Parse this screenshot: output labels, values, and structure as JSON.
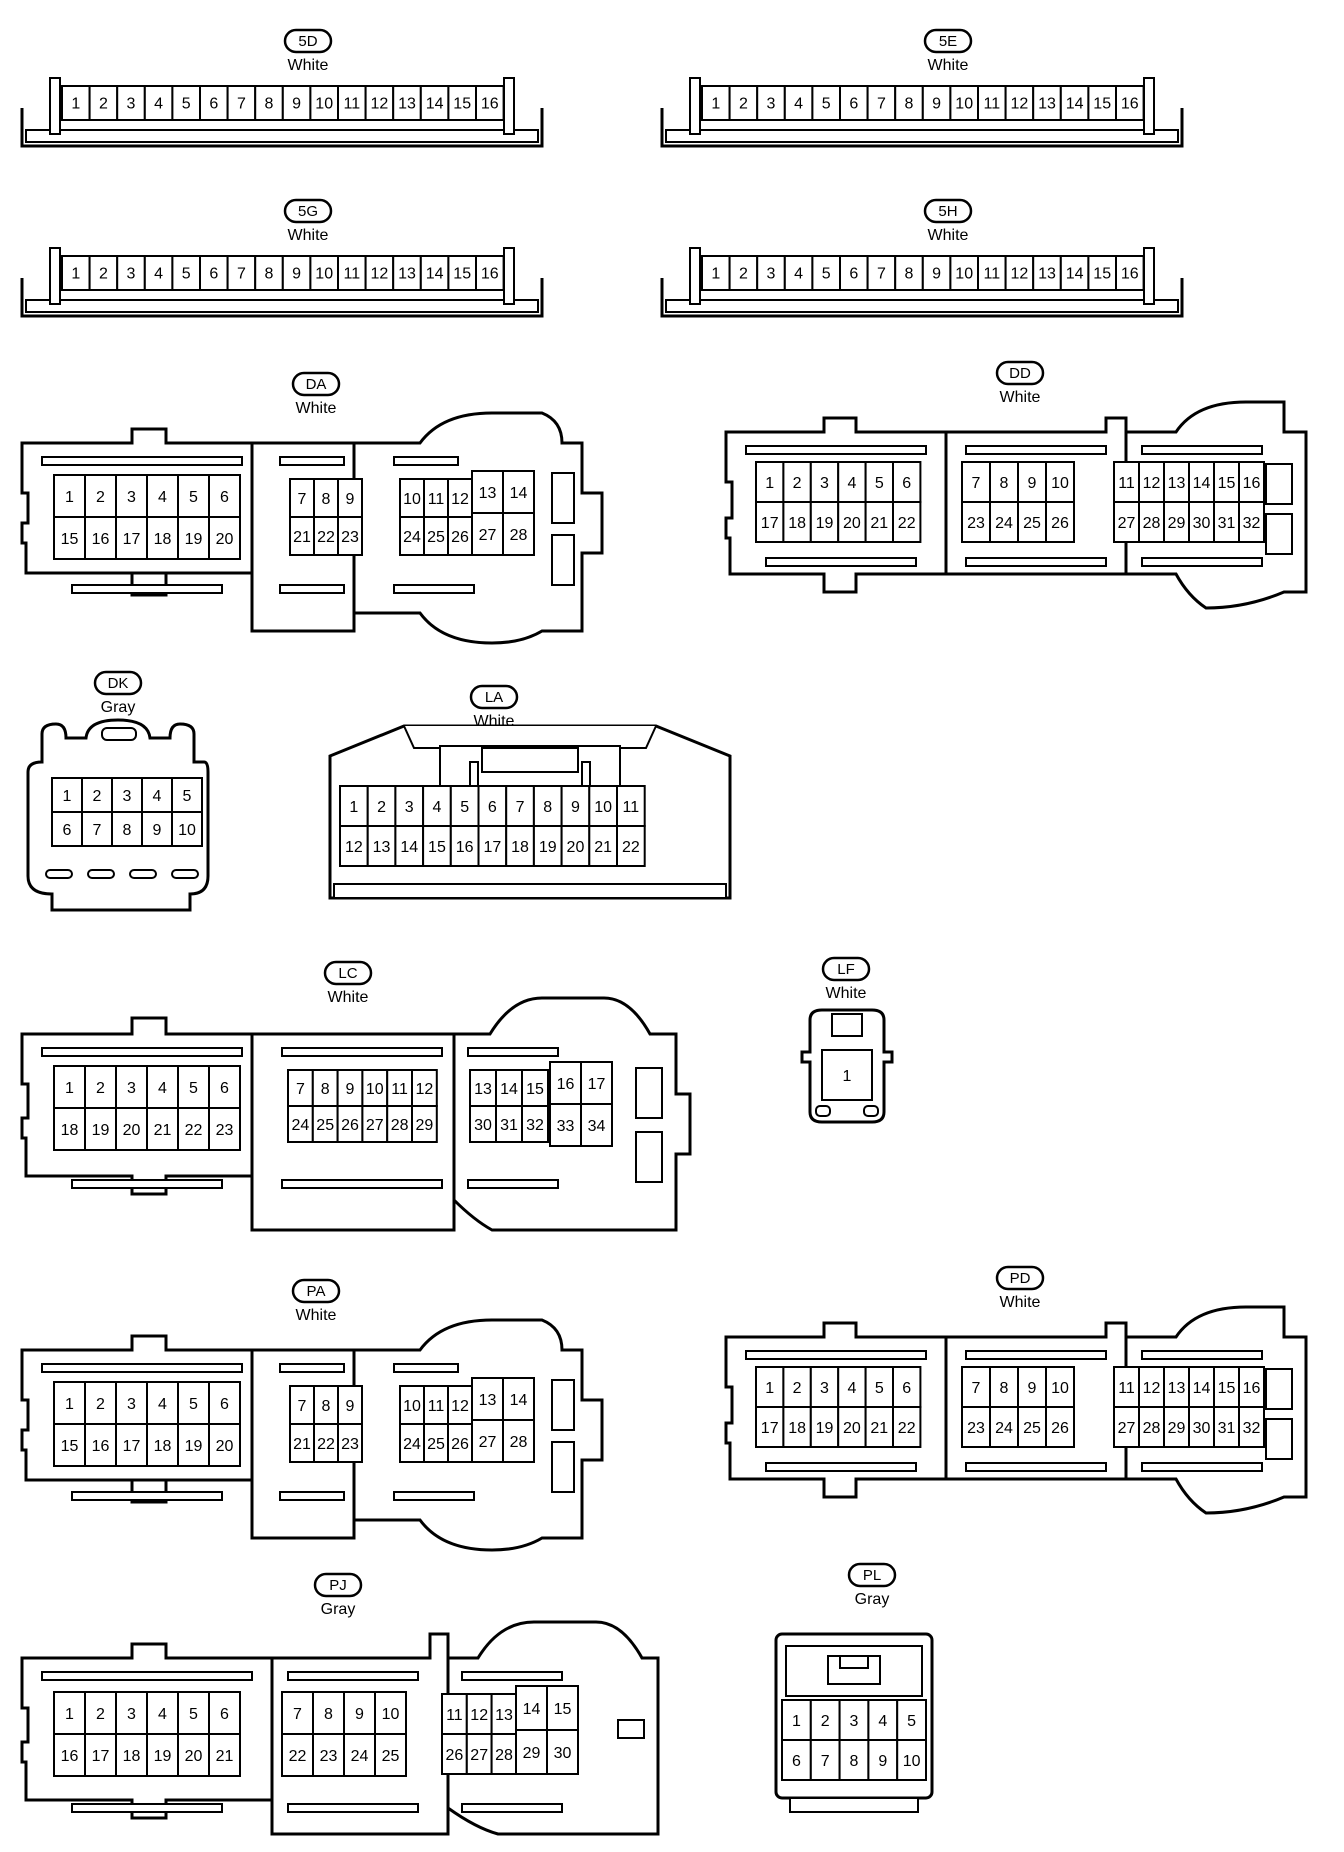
{
  "connectors": [
    {
      "code": "5D",
      "color": "White",
      "rows": [
        [
          "1",
          "2",
          "3",
          "4",
          "5",
          "6",
          "7",
          "8",
          "9",
          "10",
          "11",
          "12",
          "13",
          "14",
          "15",
          "16"
        ]
      ]
    },
    {
      "code": "5E",
      "color": "White",
      "rows": [
        [
          "1",
          "2",
          "3",
          "4",
          "5",
          "6",
          "7",
          "8",
          "9",
          "10",
          "11",
          "12",
          "13",
          "14",
          "15",
          "16"
        ]
      ]
    },
    {
      "code": "5G",
      "color": "White",
      "rows": [
        [
          "1",
          "2",
          "3",
          "4",
          "5",
          "6",
          "7",
          "8",
          "9",
          "10",
          "11",
          "12",
          "13",
          "14",
          "15",
          "16"
        ]
      ]
    },
    {
      "code": "5H",
      "color": "White",
      "rows": [
        [
          "1",
          "2",
          "3",
          "4",
          "5",
          "6",
          "7",
          "8",
          "9",
          "10",
          "11",
          "12",
          "13",
          "14",
          "15",
          "16"
        ]
      ]
    },
    {
      "code": "DA",
      "color": "White",
      "blocks": [
        {
          "rows": [
            [
              "1",
              "2",
              "3",
              "4",
              "5",
              "6"
            ],
            [
              "15",
              "16",
              "17",
              "18",
              "19",
              "20"
            ]
          ]
        },
        {
          "rows": [
            [
              "7",
              "8",
              "9"
            ],
            [
              "21",
              "22",
              "23"
            ]
          ]
        },
        {
          "rows": [
            [
              "10",
              "11",
              "12"
            ],
            [
              "24",
              "25",
              "26"
            ]
          ]
        },
        {
          "rows": [
            [
              "13",
              "14"
            ],
            [
              "27",
              "28"
            ]
          ]
        }
      ]
    },
    {
      "code": "DD",
      "color": "White",
      "blocks": [
        {
          "rows": [
            [
              "1",
              "2",
              "3",
              "4",
              "5",
              "6"
            ],
            [
              "17",
              "18",
              "19",
              "20",
              "21",
              "22"
            ]
          ]
        },
        {
          "rows": [
            [
              "7",
              "8",
              "9",
              "10"
            ],
            [
              "23",
              "24",
              "25",
              "26"
            ]
          ]
        },
        {
          "rows": [
            [
              "11",
              "12",
              "13",
              "14",
              "15",
              "16"
            ],
            [
              "27",
              "28",
              "29",
              "30",
              "31",
              "32"
            ]
          ]
        }
      ]
    },
    {
      "code": "DK",
      "color": "Gray",
      "rows": [
        [
          "1",
          "2",
          "3",
          "4",
          "5"
        ],
        [
          "6",
          "7",
          "8",
          "9",
          "10"
        ]
      ]
    },
    {
      "code": "LA",
      "color": "White",
      "rows": [
        [
          "1",
          "2",
          "3",
          "4",
          "5",
          "6",
          "7",
          "8",
          "9",
          "10",
          "11"
        ],
        [
          "12",
          "13",
          "14",
          "15",
          "16",
          "17",
          "18",
          "19",
          "20",
          "21",
          "22"
        ]
      ]
    },
    {
      "code": "LC",
      "color": "White",
      "blocks": [
        {
          "rows": [
            [
              "1",
              "2",
              "3",
              "4",
              "5",
              "6"
            ],
            [
              "18",
              "19",
              "20",
              "21",
              "22",
              "23"
            ]
          ]
        },
        {
          "rows": [
            [
              "7",
              "8",
              "9",
              "10",
              "11",
              "12"
            ],
            [
              "24",
              "25",
              "26",
              "27",
              "28",
              "29"
            ]
          ]
        },
        {
          "rows": [
            [
              "13",
              "14",
              "15"
            ],
            [
              "30",
              "31",
              "32"
            ]
          ]
        },
        {
          "rows": [
            [
              "16",
              "17"
            ],
            [
              "33",
              "34"
            ]
          ]
        }
      ]
    },
    {
      "code": "LF",
      "color": "White",
      "rows": [
        [
          "1"
        ]
      ]
    },
    {
      "code": "PA",
      "color": "White",
      "blocks": [
        {
          "rows": [
            [
              "1",
              "2",
              "3",
              "4",
              "5",
              "6"
            ],
            [
              "15",
              "16",
              "17",
              "18",
              "19",
              "20"
            ]
          ]
        },
        {
          "rows": [
            [
              "7",
              "8",
              "9"
            ],
            [
              "21",
              "22",
              "23"
            ]
          ]
        },
        {
          "rows": [
            [
              "10",
              "11",
              "12"
            ],
            [
              "24",
              "25",
              "26"
            ]
          ]
        },
        {
          "rows": [
            [
              "13",
              "14"
            ],
            [
              "27",
              "28"
            ]
          ]
        }
      ]
    },
    {
      "code": "PD",
      "color": "White",
      "blocks": [
        {
          "rows": [
            [
              "1",
              "2",
              "3",
              "4",
              "5",
              "6"
            ],
            [
              "17",
              "18",
              "19",
              "20",
              "21",
              "22"
            ]
          ]
        },
        {
          "rows": [
            [
              "7",
              "8",
              "9",
              "10"
            ],
            [
              "23",
              "24",
              "25",
              "26"
            ]
          ]
        },
        {
          "rows": [
            [
              "11",
              "12",
              "13",
              "14",
              "15",
              "16"
            ],
            [
              "27",
              "28",
              "29",
              "30",
              "31",
              "32"
            ]
          ]
        }
      ]
    },
    {
      "code": "PJ",
      "color": "Gray",
      "blocks": [
        {
          "rows": [
            [
              "1",
              "2",
              "3",
              "4",
              "5",
              "6"
            ],
            [
              "16",
              "17",
              "18",
              "19",
              "20",
              "21"
            ]
          ]
        },
        {
          "rows": [
            [
              "7",
              "8",
              "9",
              "10"
            ],
            [
              "22",
              "23",
              "24",
              "25"
            ]
          ]
        },
        {
          "rows": [
            [
              "11",
              "12",
              "13"
            ],
            [
              "26",
              "27",
              "28"
            ]
          ]
        },
        {
          "rows": [
            [
              "14",
              "15"
            ],
            [
              "29",
              "30"
            ]
          ]
        }
      ]
    },
    {
      "code": "PL",
      "color": "Gray",
      "rows": [
        [
          "1",
          "2",
          "3",
          "4",
          "5"
        ],
        [
          "6",
          "7",
          "8",
          "9",
          "10"
        ]
      ]
    }
  ]
}
